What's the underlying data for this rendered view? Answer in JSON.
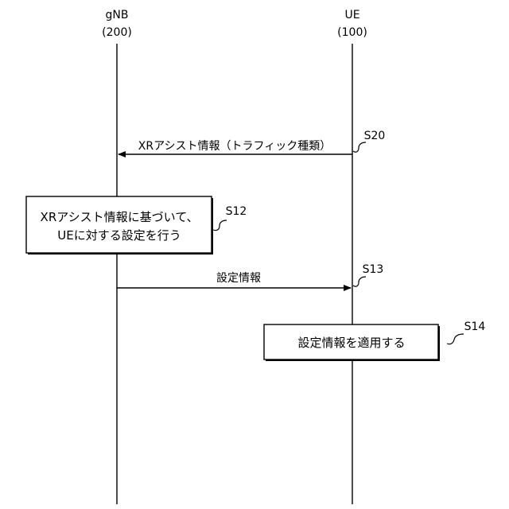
{
  "participants": [
    {
      "name": "gNB",
      "id": "(200)"
    },
    {
      "name": "UE",
      "id": "(100)"
    }
  ],
  "messages": [
    {
      "label": "XRアシスト情報（トラフィック種類）",
      "step": "S20"
    },
    {
      "label": "設定情報",
      "step": "S13"
    }
  ],
  "processes": [
    {
      "lines": [
        "XRアシスト情報に基づいて、",
        "UEに対する設定を行う"
      ],
      "step": "S12"
    },
    {
      "lines": [
        "設定情報を適用する"
      ],
      "step": "S14"
    }
  ]
}
